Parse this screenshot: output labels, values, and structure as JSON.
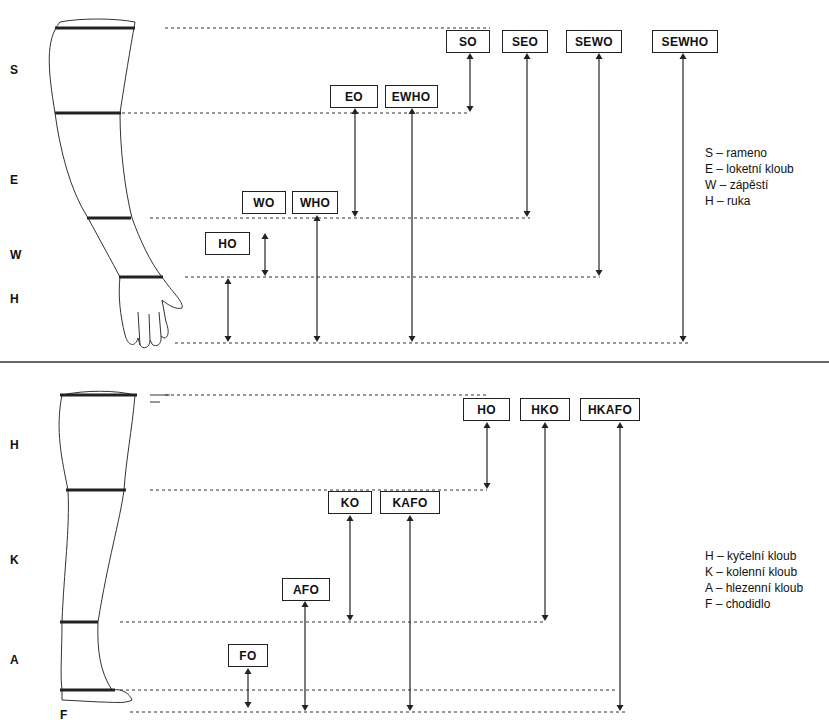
{
  "diagram": {
    "nodes": [
      {
        "text": [
          "SO"
        ]
      },
      {
        "text": [
          "SEO"
        ]
      },
      {
        "text": [
          "SEWO"
        ]
      },
      {
        "text": [
          "SEWHO"
        ]
      },
      {
        "text": [
          "EO"
        ]
      },
      {
        "text": [
          "EWHO"
        ]
      },
      {
        "text": [
          "WO"
        ]
      },
      {
        "text": [
          "WHO"
        ]
      },
      {
        "text": [
          "HO"
        ]
      },
      {
        "text": [
          "HO"
        ]
      },
      {
        "text": [
          "HKO"
        ]
      },
      {
        "text": [
          "HKAFO"
        ]
      },
      {
        "text": [
          "KO"
        ]
      },
      {
        "text": [
          "KAFO"
        ]
      },
      {
        "text": [
          "AFO"
        ]
      },
      {
        "text": [
          "FO"
        ]
      }
    ],
    "labels": [
      "S",
      "E",
      "W",
      "H",
      "S – rameno",
      "E – loketní kloub",
      "W – zápěstí",
      "H – ruka",
      "H",
      "K",
      "A",
      "F",
      "H – kyčelní kloub",
      "K – kolenní kloub",
      "A – hlezenní kloub",
      "F – chodidlo"
    ]
  }
}
